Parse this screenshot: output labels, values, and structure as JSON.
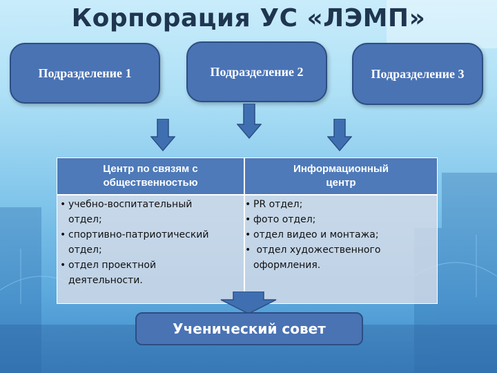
{
  "title": "Корпорация УС «ЛЭМП»",
  "departments": [
    {
      "label": "Подразделение 1"
    },
    {
      "label": "Подразделение 2"
    },
    {
      "label": "Подразделение 3"
    }
  ],
  "centers": [
    {
      "header_line1": "Центр по связям с",
      "header_line2": "общественностью",
      "items": [
        [
          "учебно-воспитательный",
          "отдел;"
        ],
        [
          "спортивно-патриотический",
          "отдел;"
        ],
        [
          "отдел проектной",
          "деятельности."
        ]
      ]
    },
    {
      "header_line1": "Информационный",
      "header_line2": "центр",
      "items": [
        [
          "PR отдел;"
        ],
        [
          "фото отдел;"
        ],
        [
          "отдел видео и монтажа;"
        ],
        [
          " отдел художественного",
          "оформления."
        ]
      ]
    }
  ],
  "student_council": "Ученический совет",
  "colors": {
    "box": "#4a73b4",
    "box_border": "#2c4e83",
    "title": "#1f3550",
    "arrow": "#3f6fb0"
  }
}
